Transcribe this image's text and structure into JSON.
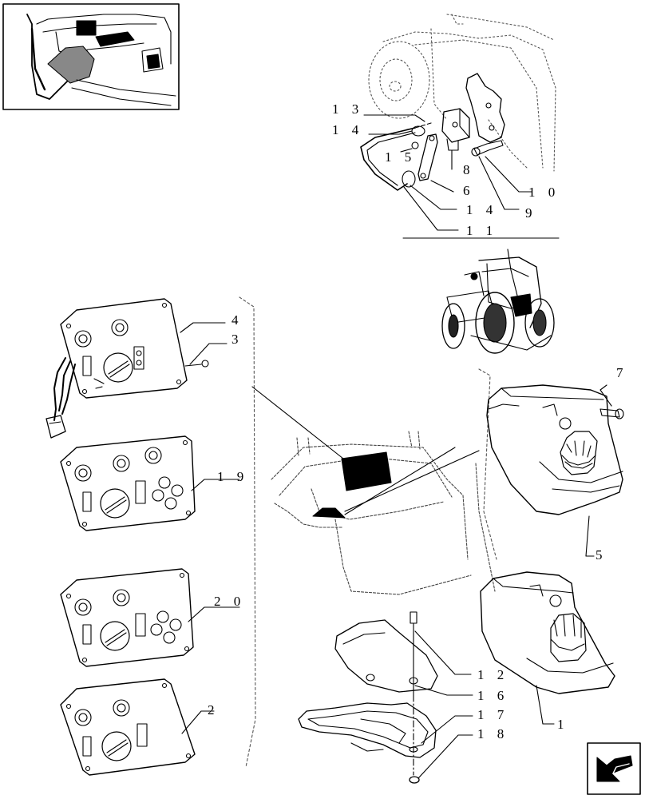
{
  "callouts": {
    "c13": "1 3",
    "c14a": "1 4",
    "c15": "1 5",
    "c8": "8",
    "c6": "6",
    "c10": "1 0",
    "c9": "9",
    "c14b": "1 4",
    "c11": "1 1",
    "c4": "4",
    "c3": "3",
    "c7": "7",
    "c19": "1 9",
    "c5": "5",
    "c20": "2 0",
    "c12": "1 2",
    "c16": "1 6",
    "c17": "1 7",
    "c18": "1 8",
    "c1": "1",
    "c2": "2"
  },
  "icons": {
    "nav": "next-page-arrow-icon"
  }
}
